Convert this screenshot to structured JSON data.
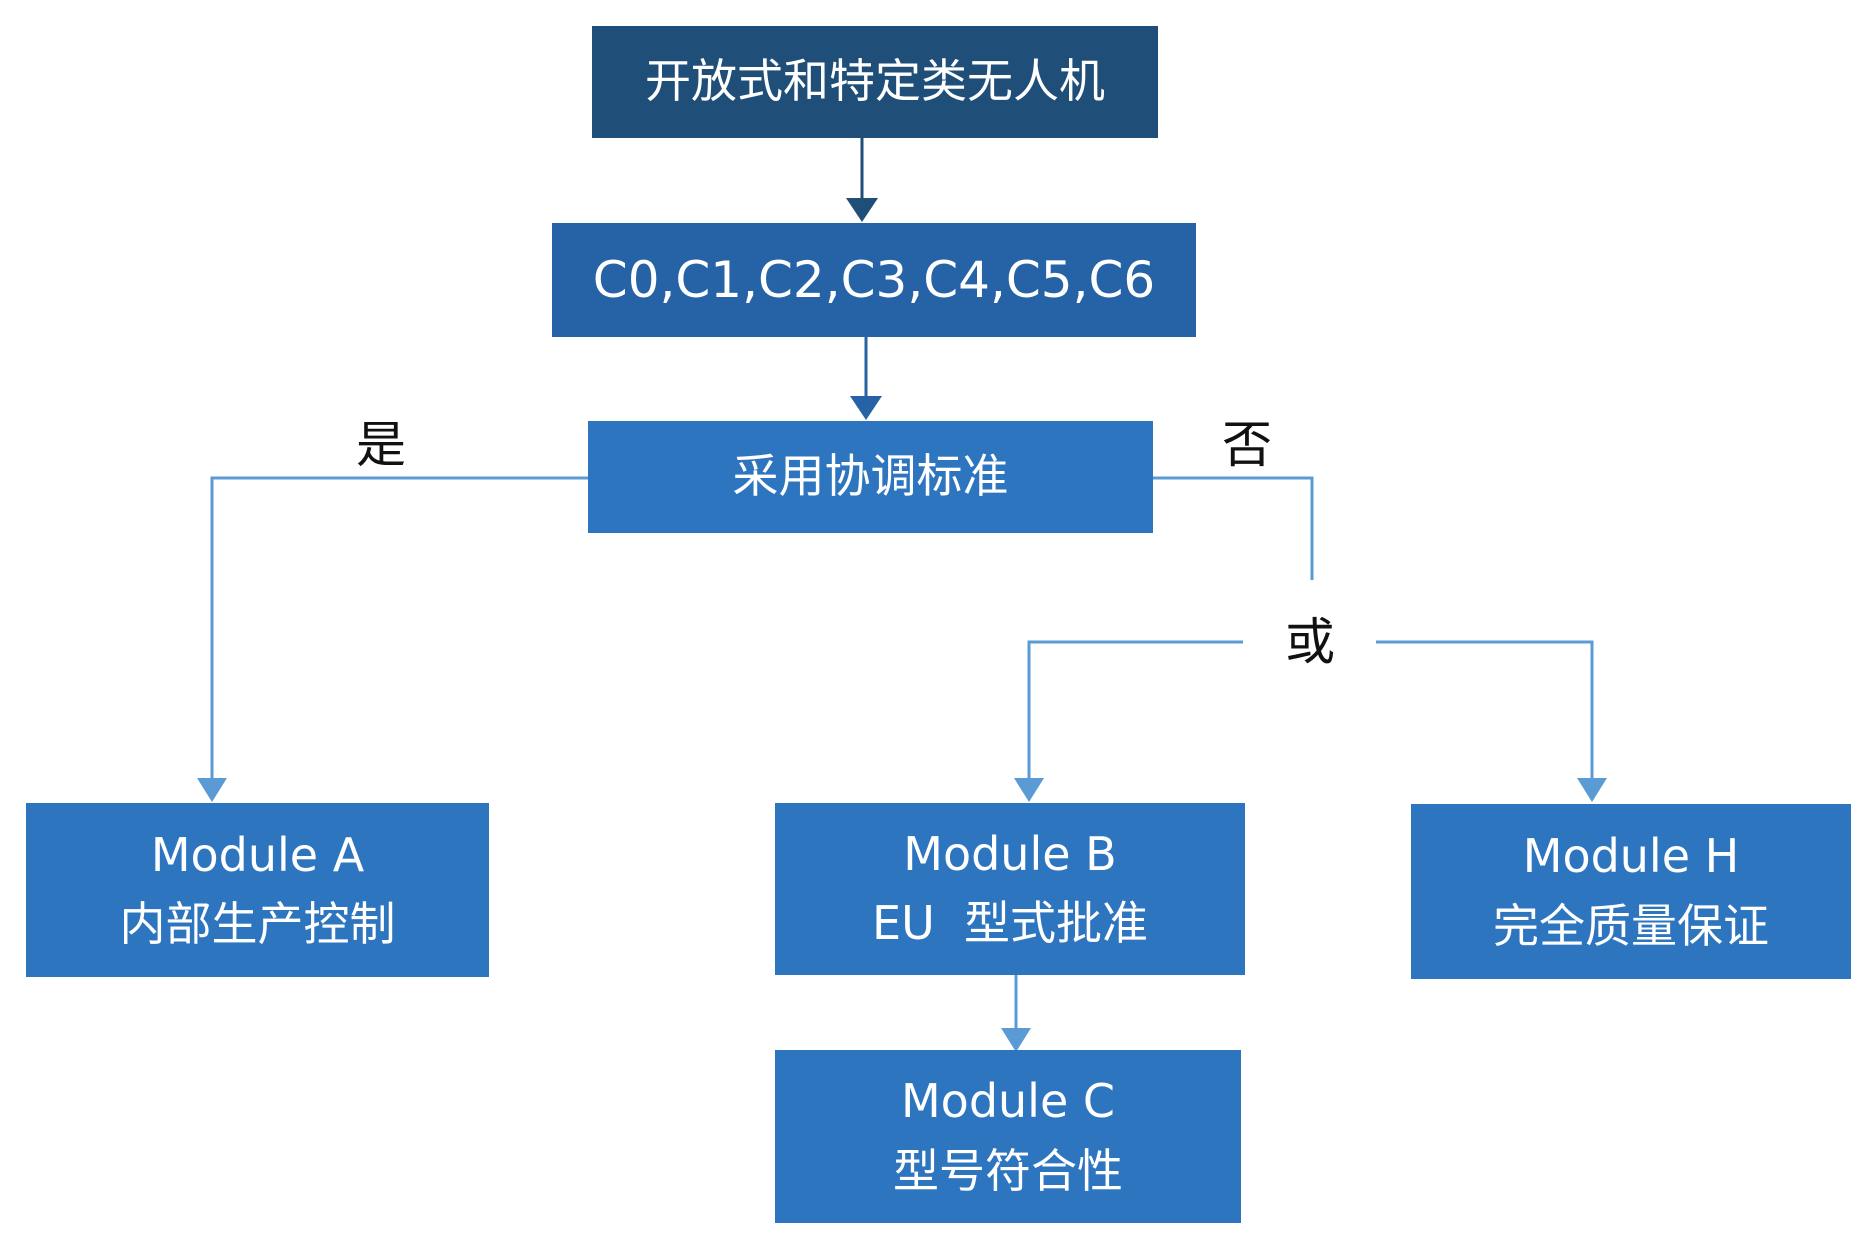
{
  "colors": {
    "top_node": "#1f4e79",
    "second_node": "#2563a6",
    "node": "#2e75c0",
    "line_dark": "#1f4e79",
    "line_light": "#5b9bd5",
    "text_on_node": "#ffffff",
    "label_text": "#111111"
  },
  "diagram": {
    "nodes": {
      "root": "开放式和特定类无人机",
      "classes": "C0,C1,C2,C3,C4,C5,C6",
      "decision": "采用协调标准",
      "module_a": {
        "title": "Module A",
        "subtitle": "内部生产控制"
      },
      "module_b": {
        "title": "Module B",
        "subtitle": "EU  型式批准"
      },
      "module_h": {
        "title": "Module H",
        "subtitle": "完全质量保证"
      },
      "module_c": {
        "title": "Module C",
        "subtitle": "型号符合性"
      }
    },
    "labels": {
      "yes": "是",
      "no": "否",
      "or": "或"
    }
  }
}
